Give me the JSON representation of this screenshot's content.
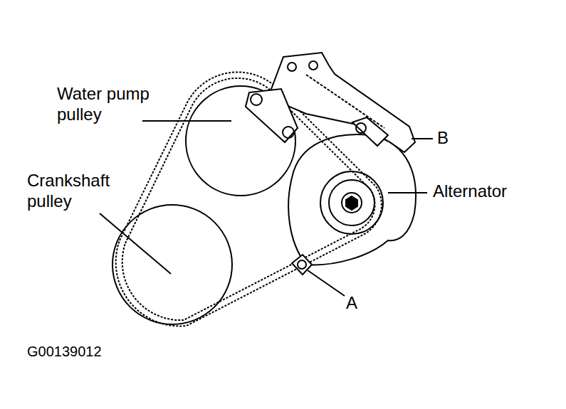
{
  "diagram": {
    "labels": [
      "Water pump pulley",
      "B",
      "Crankshaft pulley",
      "Alternator",
      "A",
      "G00139012"
    ]
  }
}
